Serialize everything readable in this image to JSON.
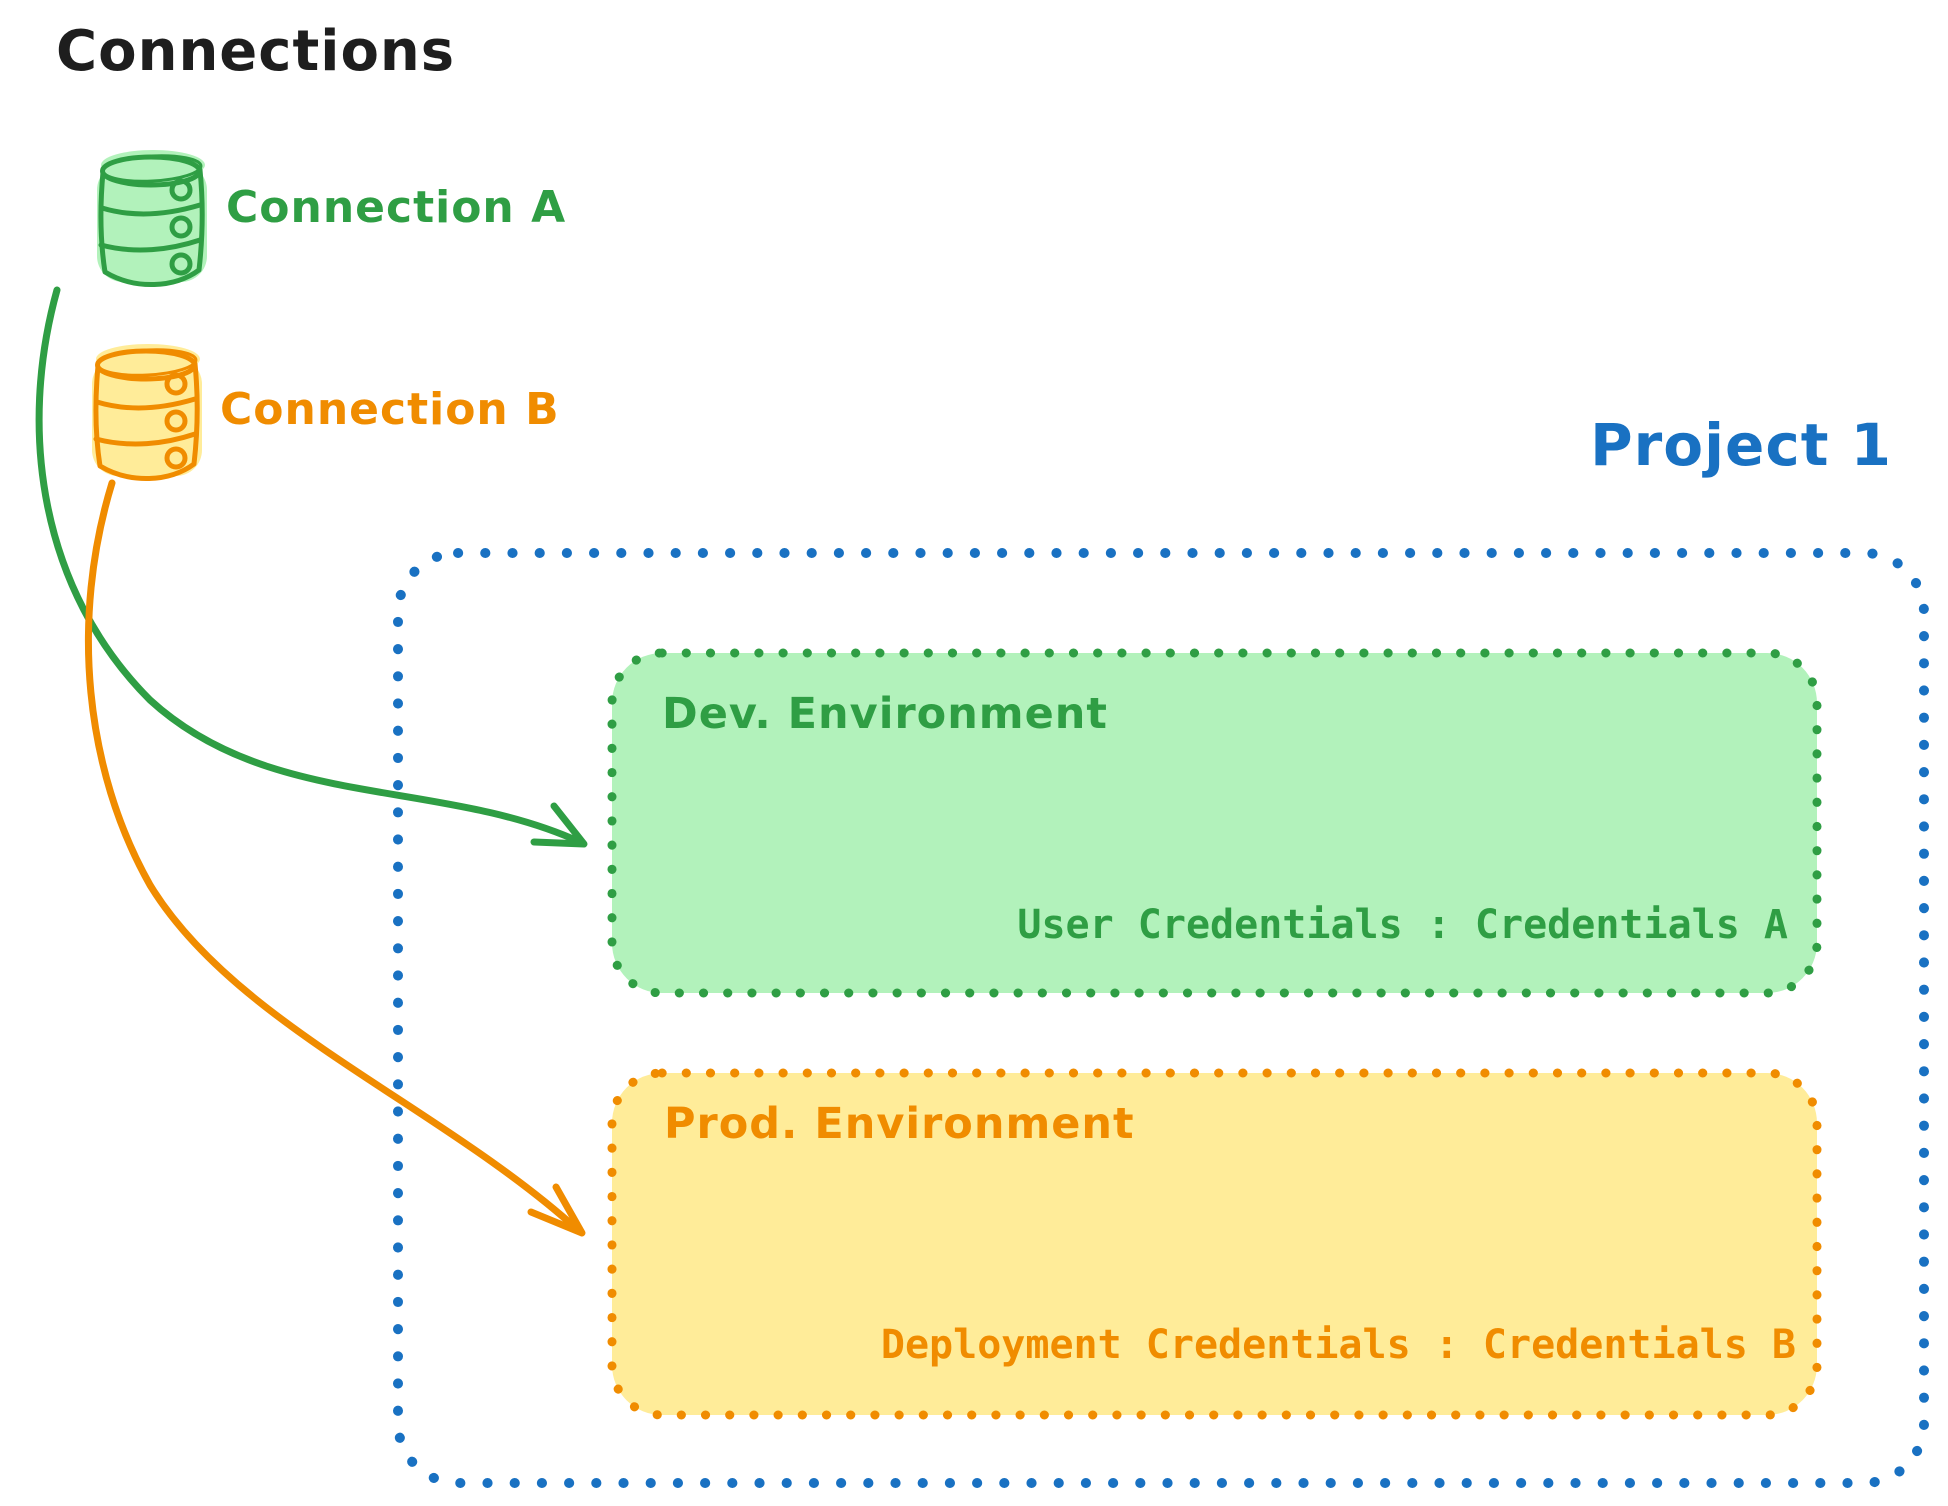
{
  "diagram": {
    "title": "Connections",
    "connections": [
      {
        "label": "Connection A",
        "color": "#2f9e44",
        "fill": "#b2f2bb",
        "icon": "database-icon"
      },
      {
        "label": "Connection B",
        "color": "#f08c00",
        "fill": "#ffec99",
        "icon": "database-icon"
      }
    ],
    "project": {
      "label": "Project 1",
      "border_color": "#1971c2",
      "environments": [
        {
          "title": "Dev. Environment",
          "credentials_label": "User Credentials : Credentials A",
          "color": "#2f9e44",
          "fill": "#b2f2bb",
          "linked_connection": "Connection A"
        },
        {
          "title": "Prod. Environment",
          "credentials_label": "Deployment Credentials : Credentials B",
          "color": "#f08c00",
          "fill": "#ffec99",
          "linked_connection": "Connection B"
        }
      ]
    },
    "colors": {
      "text": "#1e1e1e",
      "green_stroke": "#2f9e44",
      "green_fill": "#b2f2bb",
      "orange_stroke": "#f08c00",
      "orange_fill": "#ffec99",
      "blue_stroke": "#1971c2"
    }
  }
}
